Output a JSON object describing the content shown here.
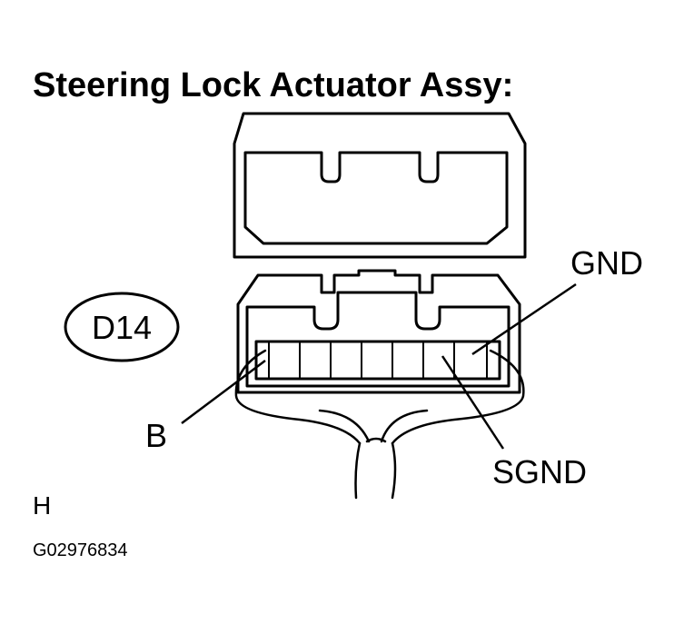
{
  "title": "Steering Lock Actuator Assy:",
  "connector_code": "D14",
  "pins": {
    "gnd": "GND",
    "sgnd": "SGND",
    "b": "B"
  },
  "corner_label": "H",
  "figure_id": "G02976834",
  "colors": {
    "line": "#000000",
    "background": "#ffffff"
  }
}
